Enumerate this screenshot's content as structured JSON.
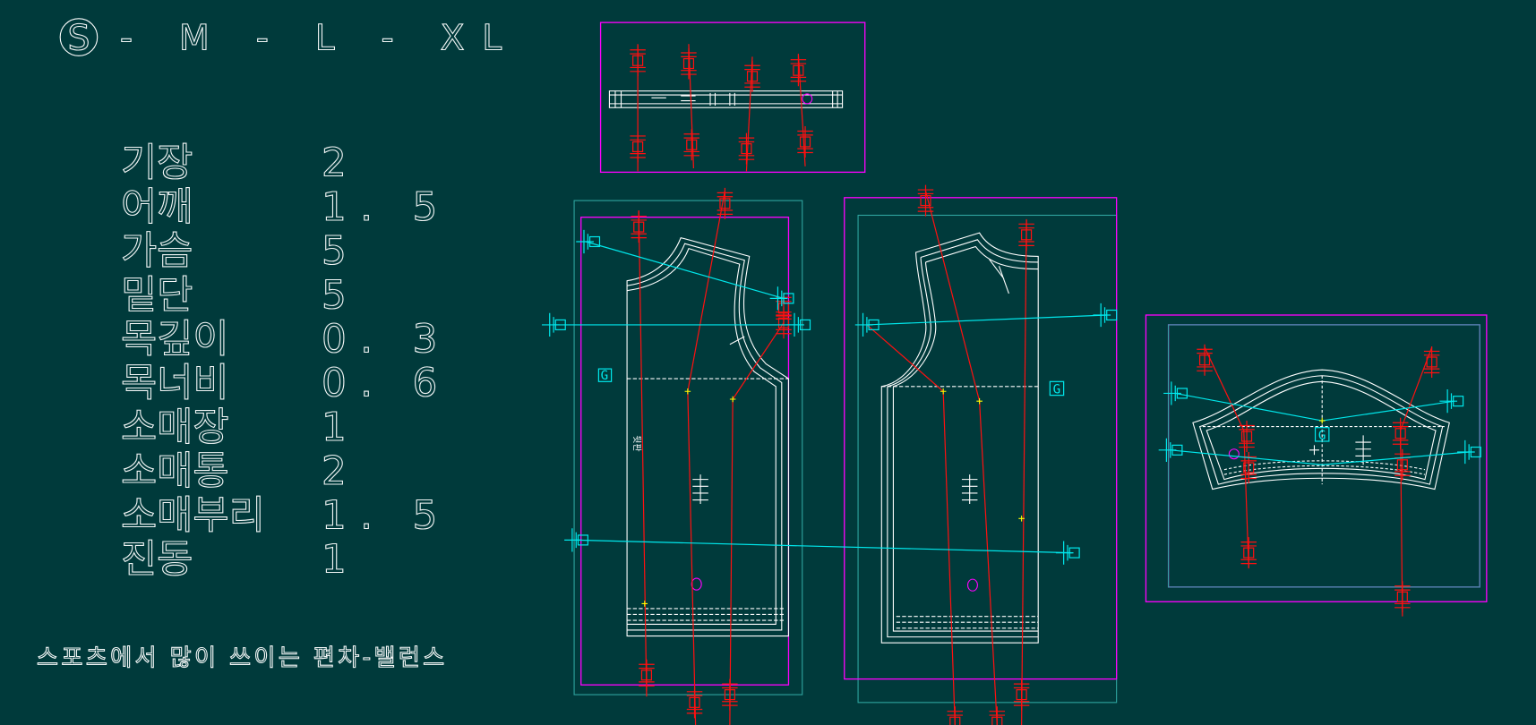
{
  "header": {
    "size_circled": "S",
    "size_sequence": "- M - L - XL"
  },
  "grading_table": [
    {
      "label": "기장",
      "value": "2"
    },
    {
      "label": "어깨",
      "value": "1. 5"
    },
    {
      "label": "가슴",
      "value": "5"
    },
    {
      "label": "밑단",
      "value": "5"
    },
    {
      "label": "목깊이",
      "value": "0. 3"
    },
    {
      "label": "목너비",
      "value": "0. 6"
    },
    {
      "label": "소매장",
      "value": "1"
    },
    {
      "label": "소매통",
      "value": "2"
    },
    {
      "label": "소매부리",
      "value": "1. 5"
    },
    {
      "label": "진동",
      "value": "1"
    }
  ],
  "footer_note": "스포츠에서 많이 쓰이는 편차-밸런스",
  "pieces": {
    "grain_label": "G"
  },
  "colors": {
    "background": "#003a3b",
    "bounding_box": "#ff00ff",
    "grade_line": "#ff1010",
    "balance_line": "#00e8ec",
    "outline": "#ffffff"
  }
}
